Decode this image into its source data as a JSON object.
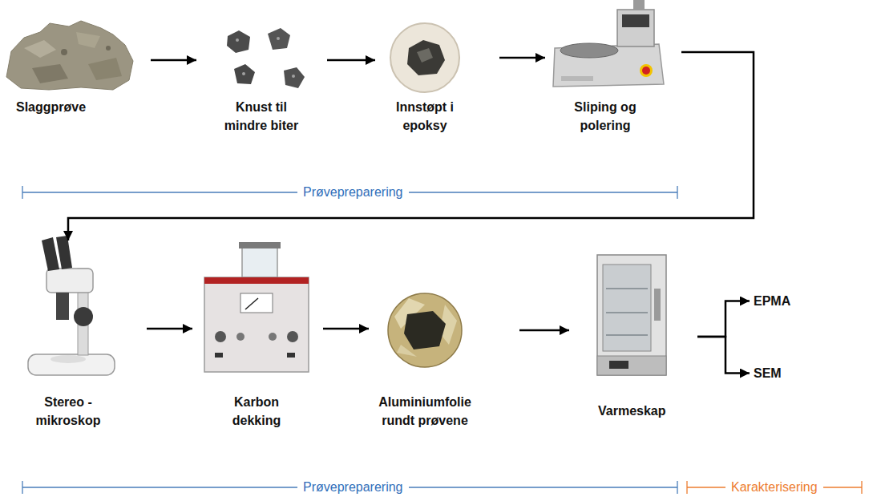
{
  "diagram": {
    "nodes": [
      {
        "text": [
          "Slaggprøve"
        ]
      },
      {
        "text": [
          "Knust til mindre biter"
        ]
      },
      {
        "text": [
          "Innstøpt i epoksy"
        ]
      },
      {
        "text": [
          "Sliping og polering"
        ]
      },
      {
        "text": [
          "Stereo -mikroskop"
        ]
      },
      {
        "text": [
          "Karbon dekking"
        ]
      },
      {
        "text": [
          "Aluminiumfolie rundt prøvene"
        ]
      },
      {
        "text": [
          "Varmeskap"
        ]
      },
      {
        "text": [
          "EPMA"
        ]
      },
      {
        "text": [
          "SEM"
        ]
      }
    ],
    "edges": [
      {
        "from": 0,
        "to": 1,
        "arrow": "to"
      },
      {
        "from": 1,
        "to": 2,
        "arrow": "to"
      },
      {
        "from": 2,
        "to": 3,
        "arrow": "to"
      },
      {
        "from": 3,
        "to": 4,
        "arrow": "to"
      },
      {
        "from": 4,
        "to": 5,
        "arrow": "to"
      },
      {
        "from": 5,
        "to": 6,
        "arrow": "to"
      },
      {
        "from": 6,
        "to": 7,
        "arrow": "to"
      },
      {
        "from": 7,
        "to": 8,
        "arrow": "to"
      },
      {
        "from": 7,
        "to": 9,
        "arrow": "to"
      }
    ],
    "labels": [
      "Prøvepreparering",
      "Prøvepreparering",
      "Karakterisering"
    ]
  }
}
